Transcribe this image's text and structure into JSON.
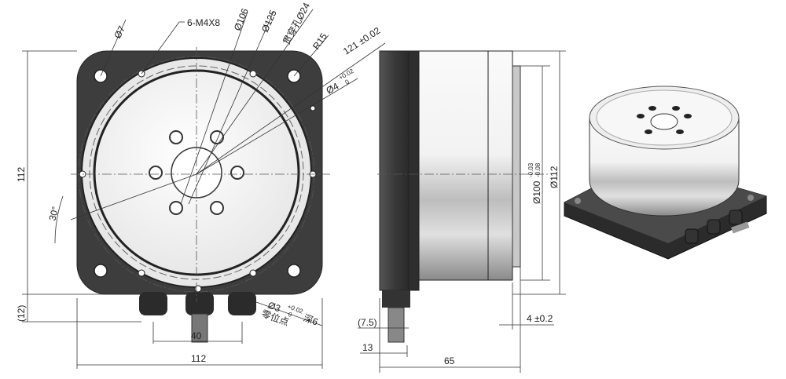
{
  "front_view": {
    "dia_mount_hole": "Ø7",
    "thread_spec": "6-M4X8",
    "dia_106": "Ø106",
    "dia_125": "Ø125",
    "through_hole": "贯穿孔Ø24",
    "corner_radius": "R15",
    "hole_spacing": "121 ±0.02",
    "pin_hole": "Ø4",
    "pin_hole_tol_upper": "+0.02",
    "pin_hole_tol_lower": "0",
    "angle": "30°",
    "height": "112",
    "connector_height": "(12)",
    "zero_pin": "Ø3",
    "zero_pin_tol_upper": "+0.02",
    "zero_pin_tol_lower": "0",
    "zero_pin_depth": "深6",
    "zero_point_label": "零位点",
    "connector_spacing": "40",
    "width": "112"
  },
  "side_view": {
    "dia_100": "Ø100",
    "dia_100_tol_upper": "-0.03",
    "dia_100_tol_lower": "-0.08",
    "dia_112": "Ø112",
    "step": "4 ±0.2",
    "shaft_offset": "(7.5)",
    "connector_len": "13",
    "length": "65"
  },
  "colors": {
    "housing": "#3a3a3a",
    "face": "#f2f2f2",
    "body": "#d9d9d9"
  }
}
